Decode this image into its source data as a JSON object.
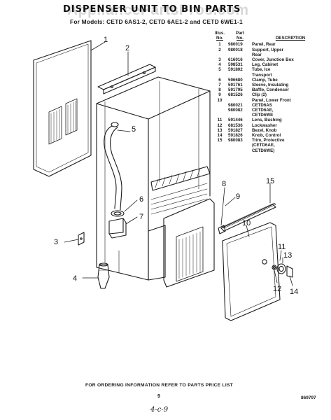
{
  "watermark": "AppliancePartsPros.com",
  "title": "DISPENSER UNIT TO BIN PARTS",
  "subtitle": "For Models: CETD 6AS1-2, CETD 6AE1-2 and CETD 6WE1-1",
  "table": {
    "header": {
      "illus": "Illus.",
      "no": "No.",
      "part": "Part",
      "part_no": "No.",
      "description": "DESCRIPTION"
    },
    "rows": [
      {
        "illus": "1",
        "part": "980019",
        "desc": "Panel, Rear"
      },
      {
        "illus": "2",
        "part": "980018",
        "desc": "Support, Upper\nRear"
      },
      {
        "illus": "3",
        "part": "616016",
        "desc": "Cover, Junction Box"
      },
      {
        "illus": "4",
        "part": "598531",
        "desc": "Leg, Cabinet"
      },
      {
        "illus": "5",
        "part": "591802",
        "desc": "Tube, Ice\nTransport"
      },
      {
        "illus": "6",
        "part": "596680",
        "desc": "Clamp, Tube"
      },
      {
        "illus": "7",
        "part": "591761",
        "desc": "Sleeve, Insulating"
      },
      {
        "illus": "8",
        "part": "591795",
        "desc": "Baffle, Condenser"
      },
      {
        "illus": "9",
        "part": "681526",
        "desc": "Clip (2)"
      },
      {
        "illus": "10",
        "part": "",
        "desc": "Panel, Lower Front"
      },
      {
        "illus": "",
        "part": "980021",
        "desc": "CETD6AS"
      },
      {
        "illus": "",
        "part": "980082",
        "desc": "CETD6AE,\nCETD6WE"
      },
      {
        "illus": "11",
        "part": "591446",
        "desc": "Lens, Bushing"
      },
      {
        "illus": "12",
        "part": "681536",
        "desc": "Lockwasher"
      },
      {
        "illus": "13",
        "part": "591827",
        "desc": "Bezel, Knob"
      },
      {
        "illus": "14",
        "part": "591826",
        "desc": "Knob, Control"
      },
      {
        "illus": "15",
        "part": "980083",
        "desc": "Trim, Protective\n(CETD6AE,\nCETD6WE)"
      }
    ]
  },
  "callouts": [
    "1",
    "2",
    "3",
    "4",
    "5",
    "6",
    "7",
    "8",
    "9",
    "10",
    "11",
    "12",
    "13",
    "14",
    "15"
  ],
  "footer": {
    "note": "FOR ORDERING INFORMATION REFER TO PARTS PRICE LIST",
    "page": "9",
    "code": "869797",
    "handwritten": "4-c-9"
  }
}
